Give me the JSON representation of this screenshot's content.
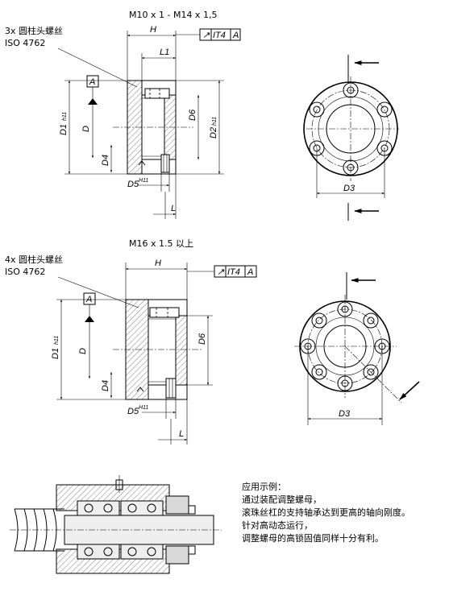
{
  "top": {
    "title": "M10 x 1 - M14 x 1,5",
    "screw_label_1": "3x 圆柱头螺丝",
    "screw_label_2": "ISO 4762"
  },
  "middle": {
    "title": "M16 x 1.5 以上",
    "screw_label_1": "4x 圆柱头螺丝",
    "screw_label_2": "ISO 4762"
  },
  "dims": {
    "H": "H",
    "L1": "L1",
    "L": "L",
    "D": "D",
    "D1": "D1",
    "D1_sub": "h11",
    "D2": "D2",
    "D2_sub": "h11",
    "D3": "D3",
    "D4": "D4",
    "D5": "D5",
    "D5_sup": "H11",
    "D6": "D6",
    "datum": "A",
    "tol_symbol": "↗",
    "tol_grade": "IT4",
    "tol_ref": "A"
  },
  "example": {
    "line1": "应用示例：",
    "line2": "通过装配调整螺母，",
    "line3": "滚珠丝杠的支持轴承达到更高的轴向刚度。",
    "line4": "针对高动态运行，",
    "line5": "调整螺母的高锁固值同样十分有利。"
  }
}
